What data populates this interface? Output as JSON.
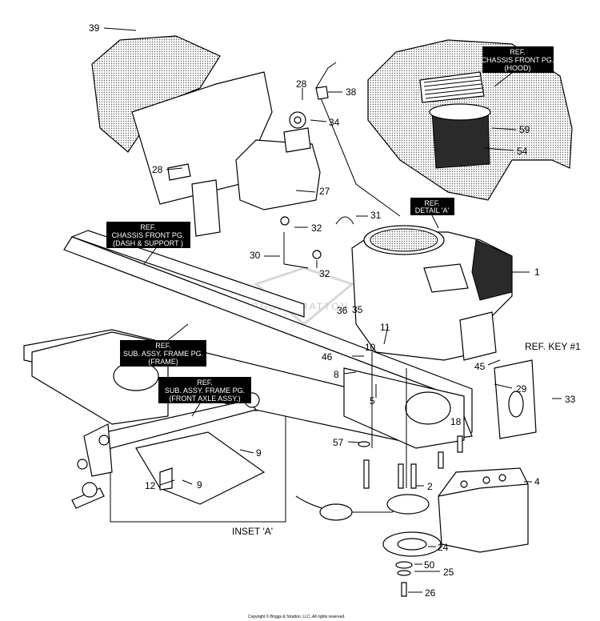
{
  "callouts": {
    "n39": "39",
    "n28a": "28",
    "n38": "38",
    "n34": "34",
    "n28b": "28",
    "n27": "27",
    "n31": "31",
    "n32a": "32",
    "n30": "30",
    "n32b": "32",
    "n59": "59",
    "n54": "54",
    "n1": "1",
    "n36": "36",
    "n35": "35",
    "n11": "11",
    "n10": "10",
    "n46": "46",
    "n8": "8",
    "n5": "5",
    "n45": "45",
    "n29": "29",
    "n33": "33",
    "n18": "18",
    "n57": "57",
    "n9a": "9",
    "n12": "12",
    "n9b": "9",
    "n2": "2",
    "n4": "4",
    "n24": "24",
    "n50": "50",
    "n25": "25",
    "n26": "26"
  },
  "ref_boxes": {
    "hood": [
      "REF.",
      "CHASSIS FRONT PG.",
      "(HOOD)"
    ],
    "dash": [
      "REF.",
      "CHASSIS FRONT PG.",
      "(DASH & SUPPORT )"
    ],
    "detail_a": [
      "REF.",
      "DETAIL 'A'"
    ],
    "frame": [
      "REF.",
      "SUB. ASSY. FRAME PG.",
      "(FRAME)"
    ],
    "front_axle": [
      "REF.",
      "SUB. ASSY. FRAME PG.",
      "(FRONT AXLE ASSY.)"
    ]
  },
  "ref_key": "REF. KEY #1",
  "inset_label": "INSET 'A'",
  "watermark": "BRIGGS&STRATTON",
  "copyright": "Copyright © Briggs & Stratton, LLC. All rights reserved."
}
